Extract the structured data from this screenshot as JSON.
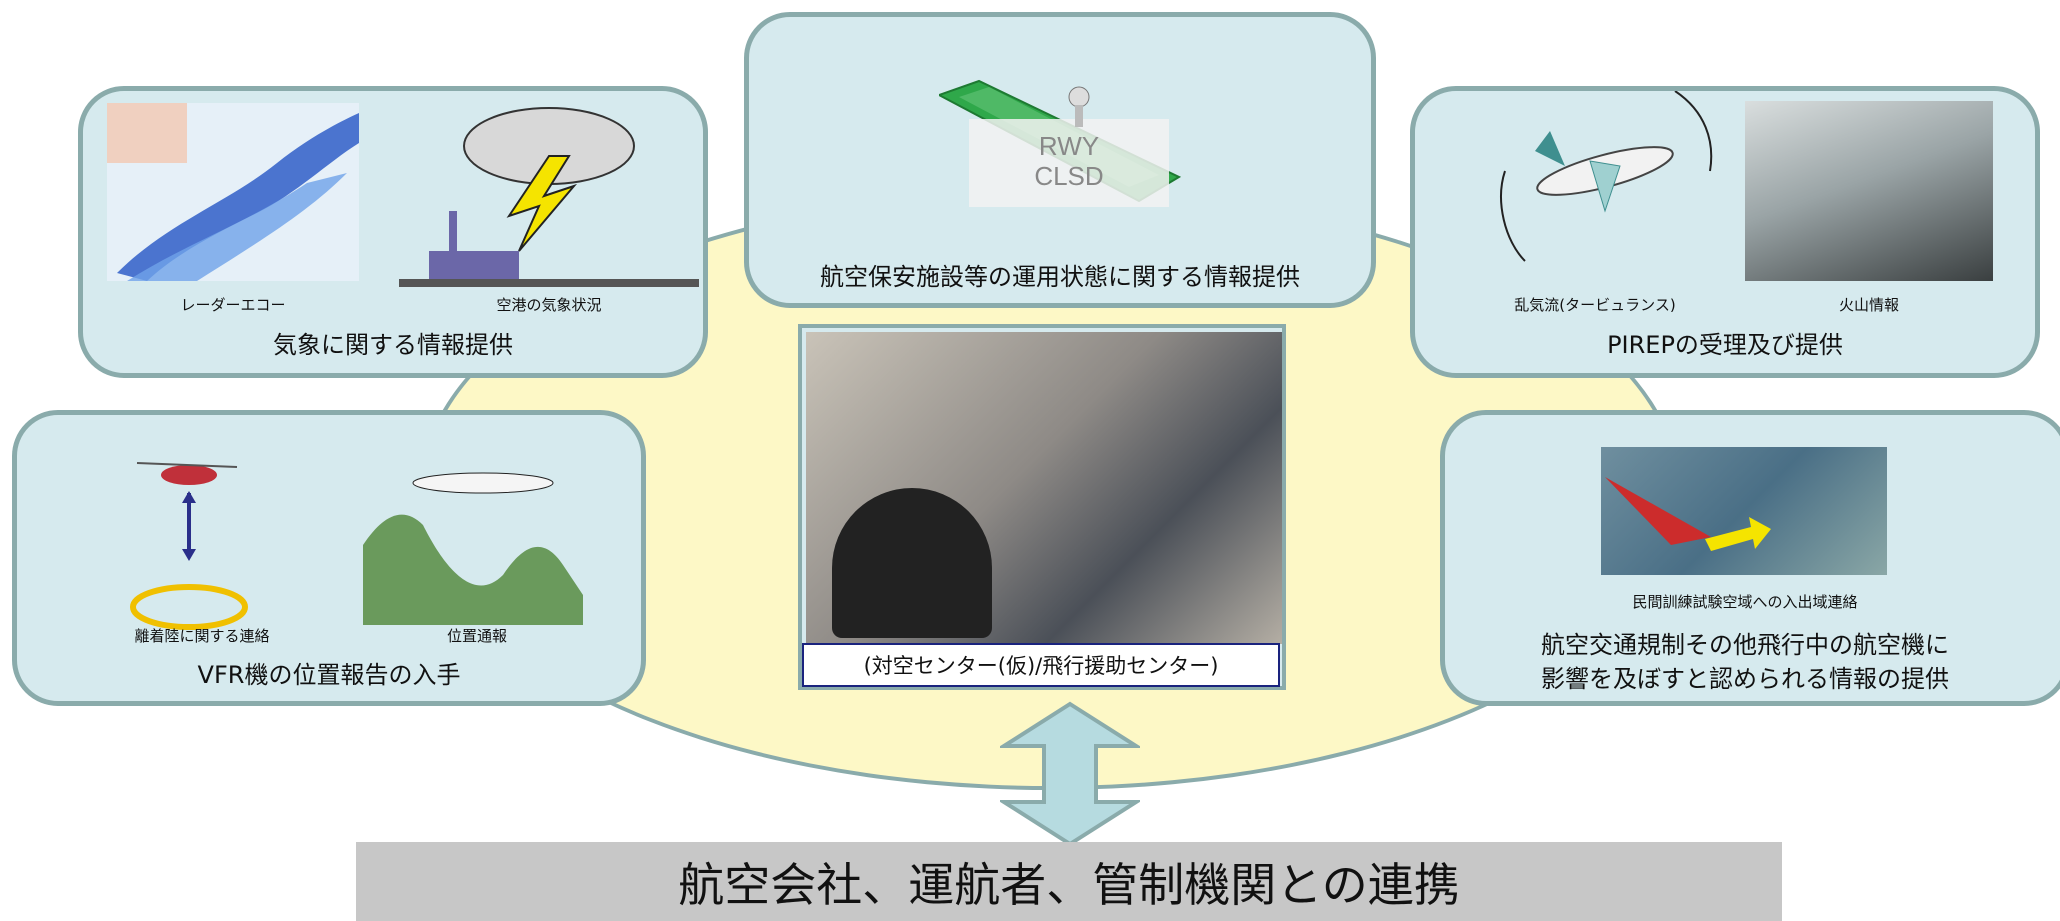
{
  "center": {
    "label": "(対空センター(仮)/飛行援助センター)"
  },
  "top": {
    "image_text_line1": "RWY",
    "image_text_line2": "CLSD",
    "title": "航空保安施設等の運用状態に関する情報提供"
  },
  "weather": {
    "cap1": "レーダーエコー",
    "cap2": "空港の気象状況",
    "title": "気象に関する情報提供"
  },
  "pirep": {
    "cap1": "乱気流(タービュランス)",
    "cap2": "火山情報",
    "title": "PIREPの受理及び提供"
  },
  "vfr": {
    "cap1": "離着陸に関する連絡",
    "cap2": "位置通報",
    "title": "VFR機の位置報告の入手"
  },
  "training": {
    "cap1": "民間訓練試験空域への入出域連絡",
    "title_line1": "航空交通規制その他飛行中の航空機に",
    "title_line2": "影響を及ぼすと認められる情報の提供"
  },
  "banner": {
    "text": "航空会社、運航者、管制機関との連携"
  },
  "colors": {
    "box_fill": "#d6eaee",
    "box_border": "#8aabab",
    "ellipse_fill": "#fdf8c6",
    "banner_fill": "#c7c7c7",
    "arrow_fill": "#b6dbe0"
  }
}
